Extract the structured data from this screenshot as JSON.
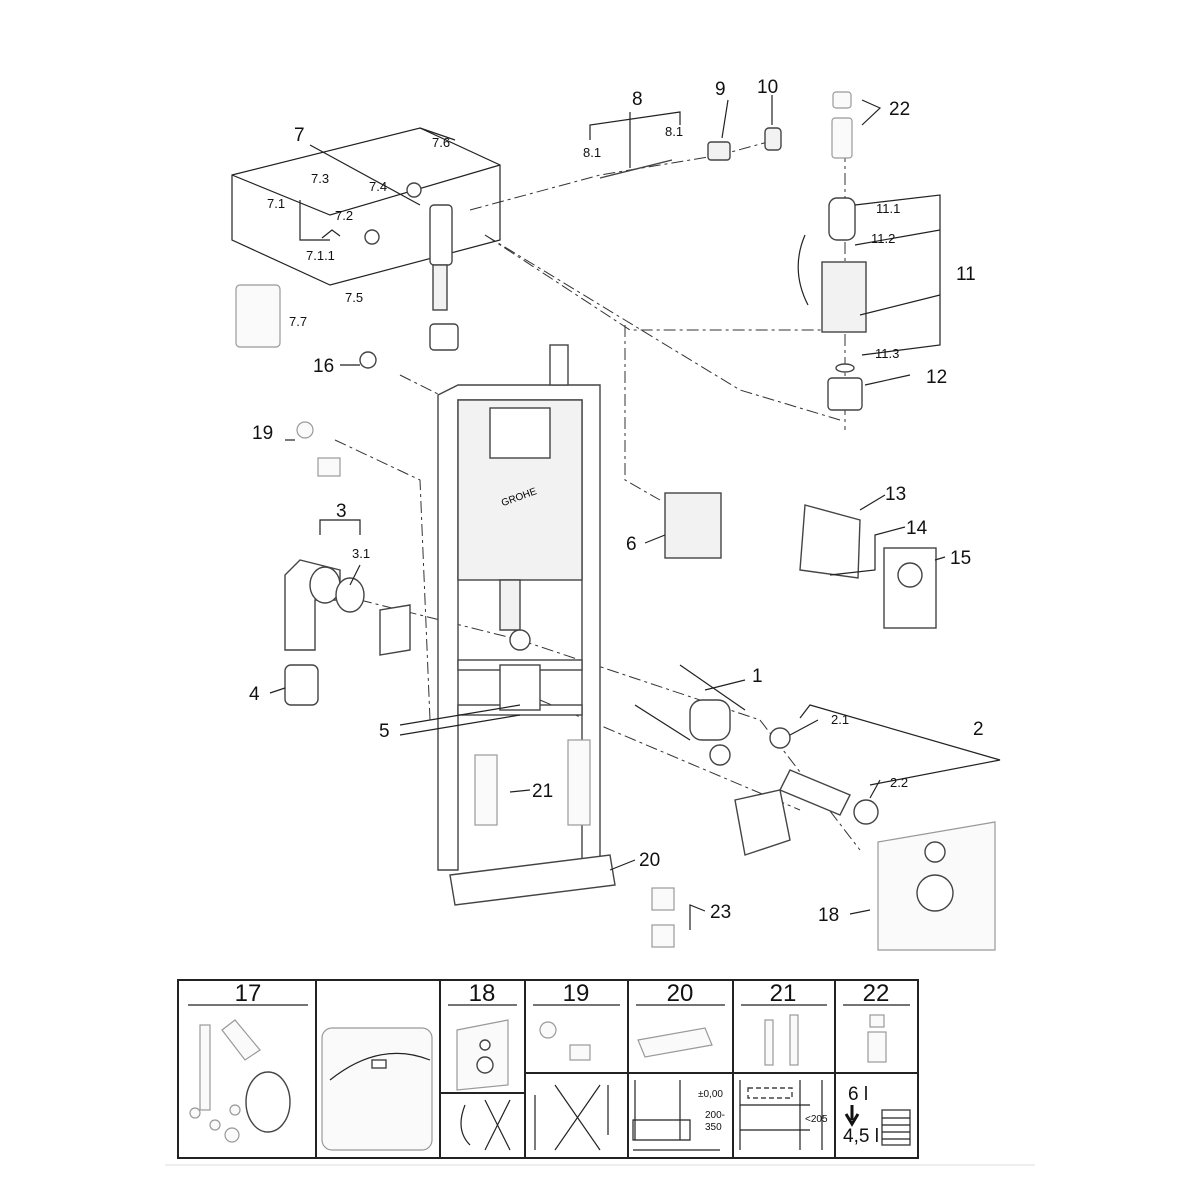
{
  "brand": "GROHE",
  "callouts": {
    "p7": "7",
    "p7_6": "7.6",
    "p7_3": "7.3",
    "p7_4": "7.4",
    "p7_1": "7.1",
    "p7_2": "7.2",
    "p7_1_1": "7.1.1",
    "p7_5": "7.5",
    "p7_7": "7.7",
    "p8": "8",
    "p8_1a": "8.1",
    "p8_1b": "8.1",
    "p9": "9",
    "p10": "10",
    "p22": "22",
    "p11_1": "11.1",
    "p11_2": "11.2",
    "p11": "11",
    "p11_3": "11.3",
    "p12": "12",
    "p16": "16",
    "p19": "19",
    "p13": "13",
    "p14": "14",
    "p15": "15",
    "p6": "6",
    "p3": "3",
    "p3_1": "3.1",
    "p4": "4",
    "p1": "1",
    "p2": "2",
    "p2_1": "2.1",
    "p2_2": "2.2",
    "p5": "5",
    "p21": "21",
    "p20": "20",
    "p23": "23",
    "p18": "18"
  },
  "table": {
    "headers": [
      "17",
      "",
      "18",
      "19",
      "20",
      "21",
      "22"
    ],
    "notes": {
      "level": "±0,00",
      "height_range_top": "200-",
      "height_range_bottom": "350",
      "max_depth": "<205",
      "flush_full": "6 l",
      "flush_reduced": "4,5 l"
    }
  }
}
